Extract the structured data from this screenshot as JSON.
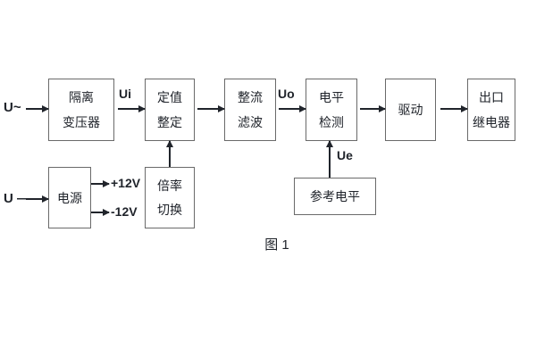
{
  "figure": {
    "caption": "图 1",
    "colors": {
      "background": "#ffffff",
      "box_border": "#6a6a6a",
      "text": "#20242b",
      "arrow": "#20242b"
    }
  },
  "inputs": {
    "ac": "U~",
    "dc": "U —"
  },
  "signals": {
    "ui": "Ui",
    "uo": "Uo",
    "ue": "Ue",
    "plus12v": "+12V",
    "minus12v": "-12V"
  },
  "blocks": {
    "isolation_transformer": {
      "line1": "隔离",
      "line2": "变压器"
    },
    "setting_adjust": {
      "line1": "定值",
      "line2": "整定"
    },
    "rectifier_filter": {
      "line1": "整流",
      "line2": "滤波"
    },
    "level_detection": {
      "line1": "电平",
      "line2": "检测"
    },
    "drive": {
      "line1": "驱动"
    },
    "output_relay": {
      "line1": "出口",
      "line2": "继电器"
    },
    "power_supply": {
      "line1": "电源"
    },
    "multiplier_switch": {
      "line1": "倍率",
      "line2": "切换"
    },
    "reference_level": {
      "line1": "参考电平"
    }
  }
}
